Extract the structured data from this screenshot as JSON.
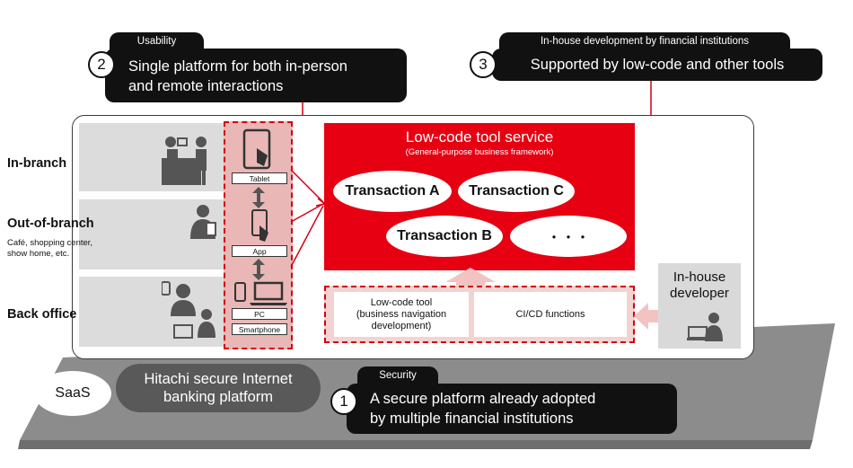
{
  "callouts": {
    "usability": {
      "tag": "Usability",
      "number": "2",
      "text_line1": "Single platform for both in-person",
      "text_line2": "and remote interactions"
    },
    "inhouse": {
      "tag": "In-house development by financial institutions",
      "number": "3",
      "text": "Supported by low-code and other tools"
    },
    "security": {
      "tag": "Security",
      "number": "1",
      "text_line1": "A secure platform already adopted",
      "text_line2": "by multiple financial institutions"
    }
  },
  "channels": {
    "in_branch": "In-branch",
    "out_of_branch": "Out-of-branch",
    "out_of_branch_sub_line1": "Café, shopping center,",
    "out_of_branch_sub_line2": "show home, etc.",
    "back_office": "Back office"
  },
  "devices": {
    "tablet": "Tablet",
    "app": "App",
    "pc": "PC",
    "smartphone": "Smartphone"
  },
  "lowcode": {
    "title": "Low-code tool service",
    "subtitle": "(General-purpose business framework)",
    "transactions": [
      "Transaction A",
      "Transaction C",
      "Transaction B",
      "・・・"
    ]
  },
  "tools": {
    "lowcode_tool_line1": "Low-code tool",
    "lowcode_tool_line2": "(business navigation",
    "lowcode_tool_line3": "development)",
    "cicd": "CI/CD functions"
  },
  "developer": {
    "line1": "In-house",
    "line2": "developer"
  },
  "base": {
    "saas": "SaaS",
    "platform_line1": "Hitachi secure Internet",
    "platform_line2": "banking platform"
  },
  "colors": {
    "red": "#e60012",
    "dashed_red": "#d10013",
    "pink": "#e9b7b6",
    "gray_base": "#8c8c8c",
    "dark": "#111111"
  }
}
